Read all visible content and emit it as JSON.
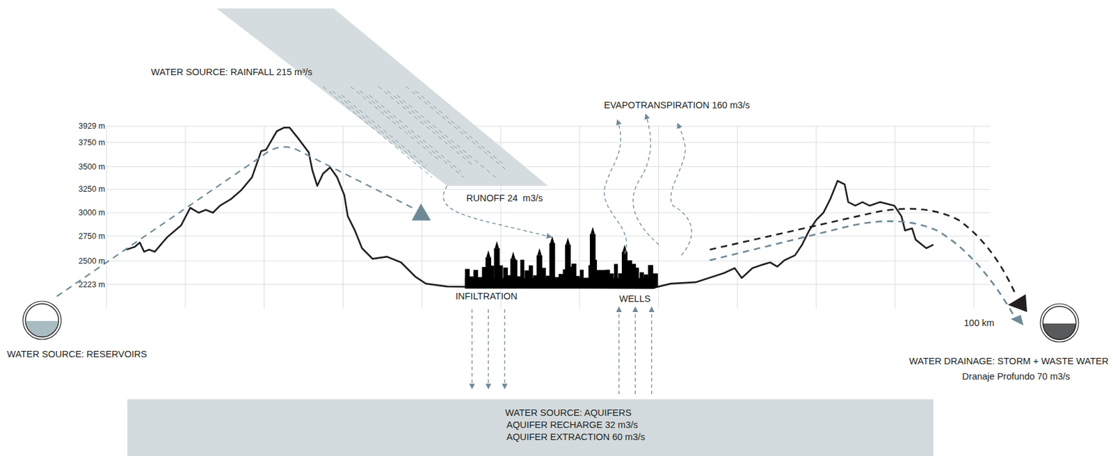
{
  "diagram": {
    "nodes": [
      {
        "text": [
          "WATER SOURCE: RESERVOIRS"
        ]
      },
      {
        "text": [
          "WATER DRAINAGE: STORM + WASTE WATER",
          "Dranaje Profundo 70 m3/s"
        ]
      },
      {
        "text": [
          "WATER SOURCE: AQUIFERS",
          "AQUIFER RECHARGE 32 m3/s",
          "AQUIFER EXTRACTION 60 m3/s"
        ]
      }
    ],
    "labels": [
      "WATER SOURCE: RAINFALL 215 m³/s",
      "EVAPOTRANSPIRATION 160 m3/s",
      "3929 m",
      "3750 m",
      "3500 m",
      "3250 m",
      "3000 m",
      "2750 m",
      "2500 m",
      "2223 m",
      "RUNOFF 24  m3/s",
      "INFILTRATION",
      "WELLS",
      "100 km"
    ]
  }
}
